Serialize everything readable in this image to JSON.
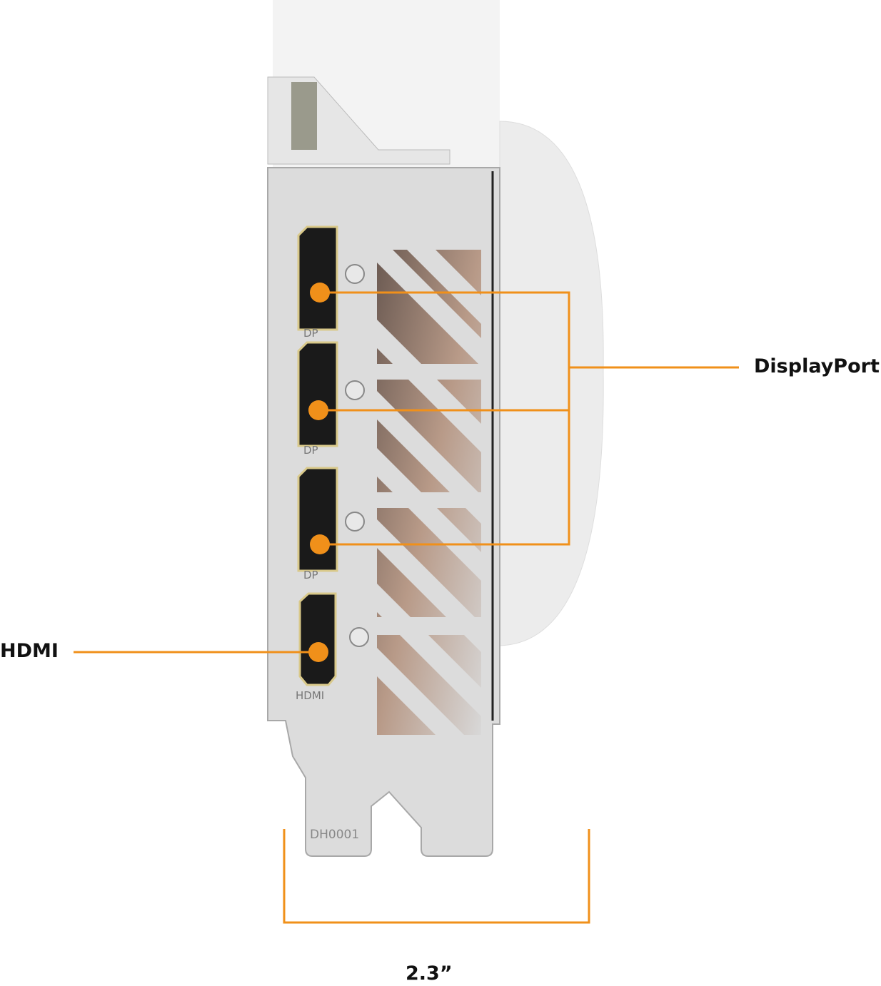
{
  "annotations": {
    "displayport_label": "DisplayPort",
    "hdmi_label": "HDMI",
    "width_label": "2.3”"
  },
  "bracket_markings": {
    "port_labels": [
      "DP",
      "DP",
      "DP",
      "HDMI"
    ],
    "part_code": "DH0001"
  },
  "colors": {
    "accent": "#f0901a",
    "bracket": "#dcdcdc",
    "card": "#f3f3f3"
  }
}
